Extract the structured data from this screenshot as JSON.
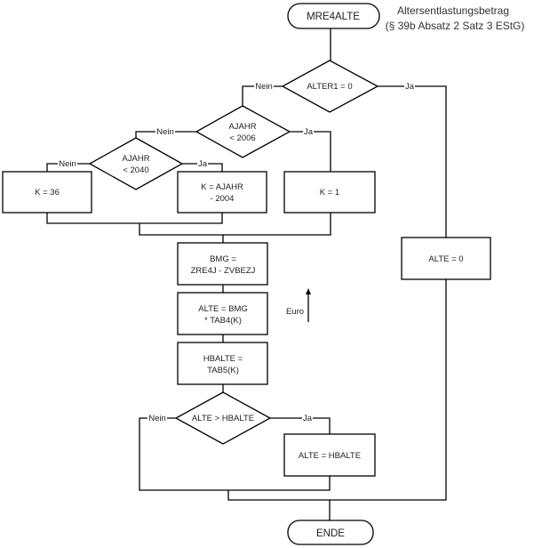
{
  "title": {
    "line1": "Altersentlastungsbetrag",
    "line2": "(§ 39b Absatz 2 Satz 3 EStG)"
  },
  "nodes": {
    "start": {
      "label": "MRE4ALTE"
    },
    "d_alter1": {
      "label": "ALTER1 = 0"
    },
    "d_ajahr2006": {
      "line1": "AJAHR",
      "line2": "< 2006"
    },
    "d_ajahr2040": {
      "line1": "AJAHR",
      "line2": "< 2040"
    },
    "p_k36": {
      "label": "K = 36"
    },
    "p_kajahr": {
      "line1": "K = AJAHR",
      "line2": "- 2004"
    },
    "p_k1": {
      "label": "K = 1"
    },
    "p_bmg": {
      "line1": "BMG =",
      "line2": "ZRE4J - ZVBEZJ"
    },
    "p_alte_bmg": {
      "line1": "ALTE = BMG",
      "line2": "* TAB4(K)"
    },
    "p_hbalte": {
      "line1": "HBALTE =",
      "line2": "TAB5(K)"
    },
    "d_alte_gt": {
      "label": "ALTE > HBALTE"
    },
    "p_alte_hbalte": {
      "label": "ALTE = HBALTE"
    },
    "p_alte0": {
      "label": "ALTE = 0"
    },
    "end": {
      "label": "ENDE"
    }
  },
  "edges": {
    "alter1_nein": "Nein",
    "alter1_ja": "Ja",
    "ajahr2006_nein": "Nein",
    "ajahr2006_ja": "Ja",
    "ajahr2040_nein": "Nein",
    "ajahr2040_ja": "Ja",
    "alte_gt_nein": "Nein",
    "alte_gt_ja": "Ja"
  },
  "annotation": {
    "unit_label": "Euro",
    "arrow_icon": "arrow-up-icon"
  }
}
